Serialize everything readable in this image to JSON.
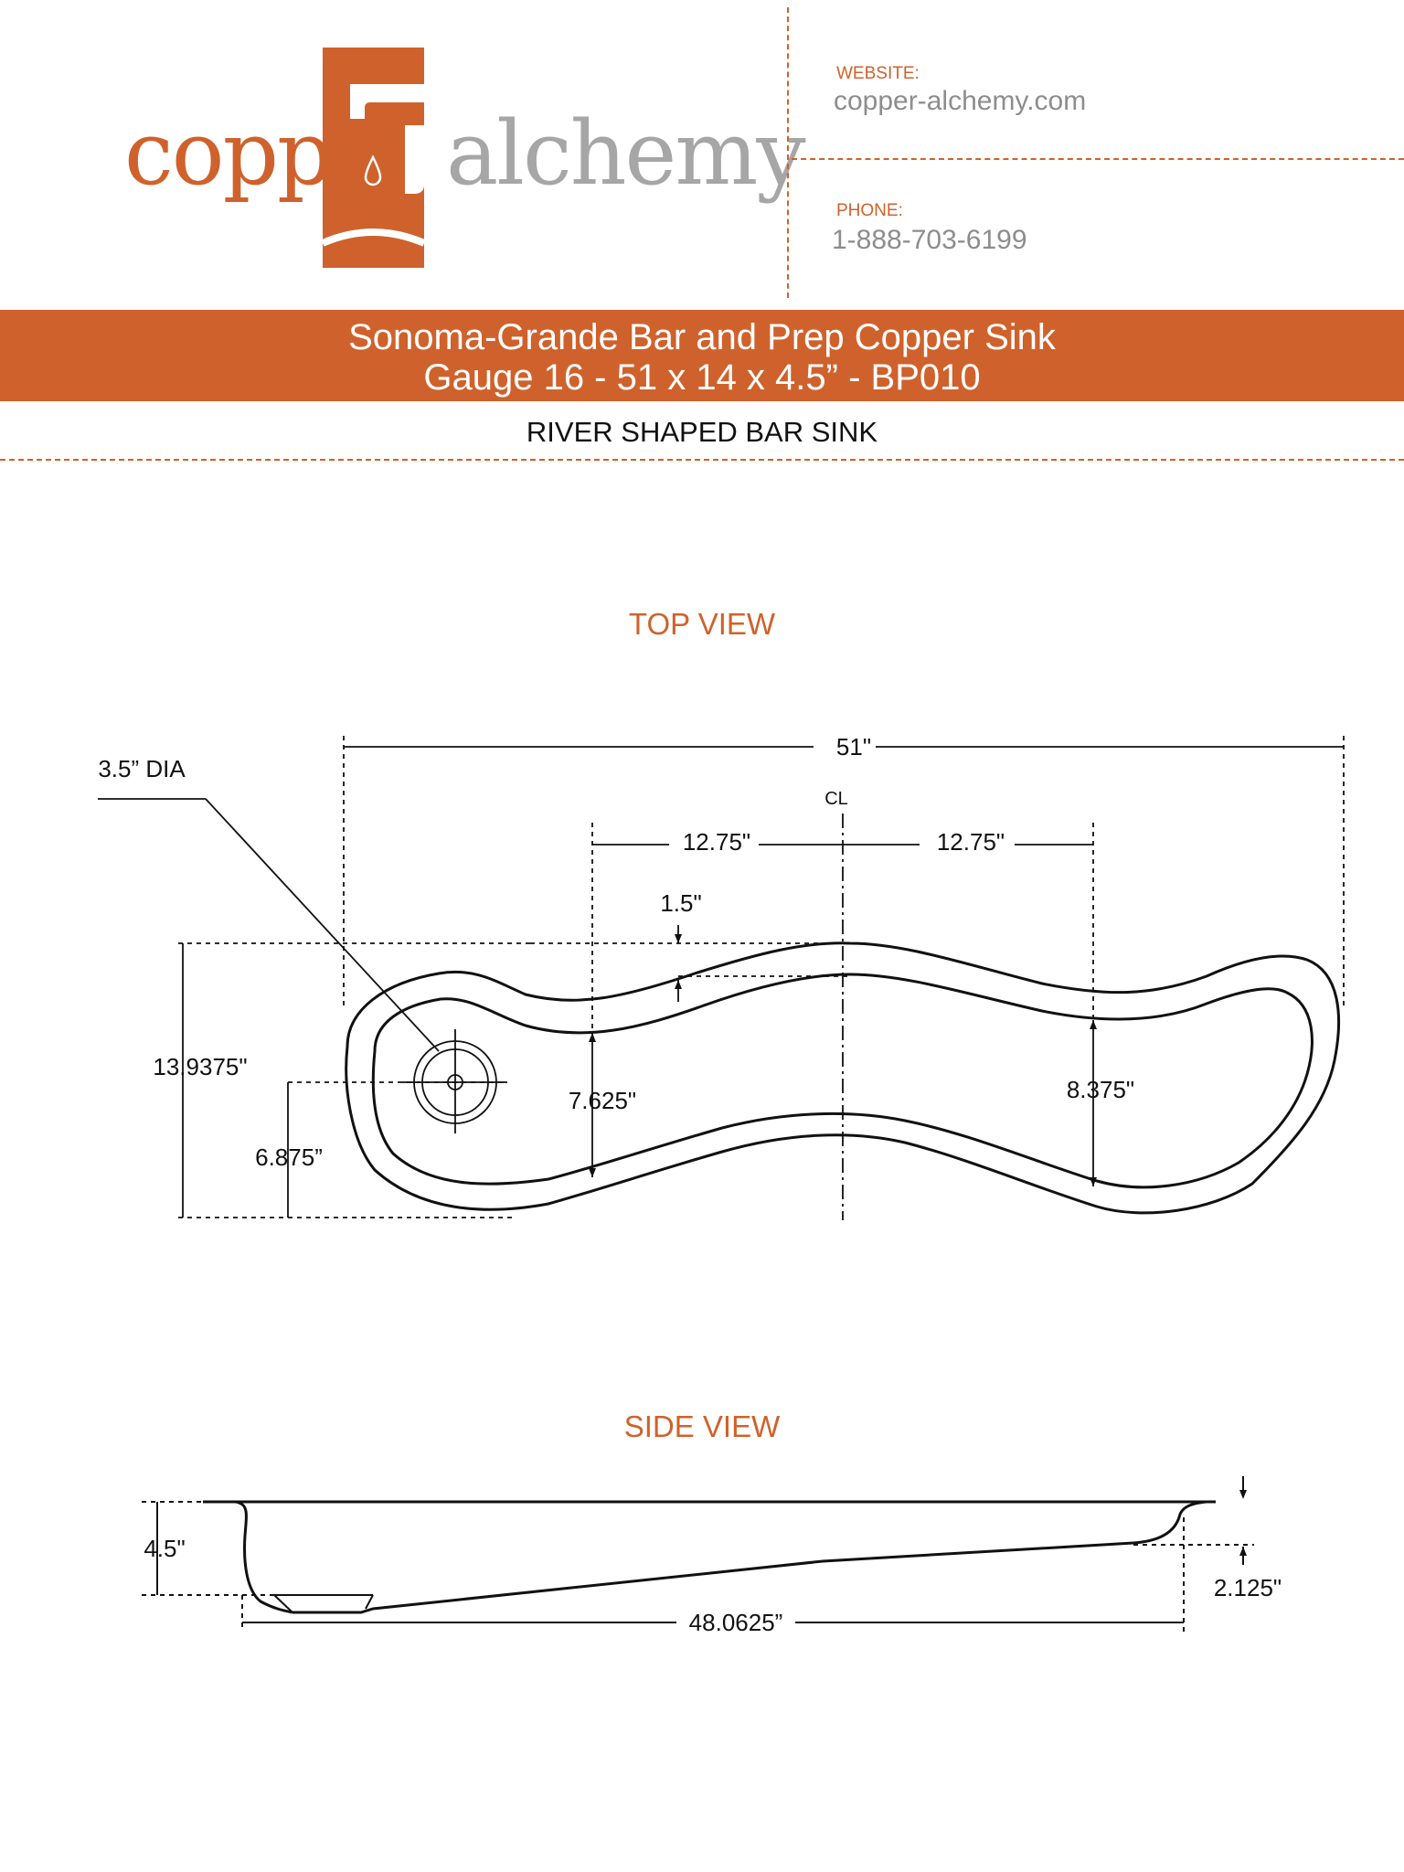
{
  "brand": {
    "logo_left_text": "copper",
    "logo_right_text": "alchemy",
    "accent_color": "#cf622c",
    "gray_color": "#a6a6a6"
  },
  "contact": {
    "website_label": "WEBSITE:",
    "website_value": "copper-alchemy.com",
    "phone_label": "PHONE:",
    "phone_value": "1-888-703-6199"
  },
  "product": {
    "title_line1": "Sonoma-Grande Bar and Prep Copper Sink",
    "title_line2": "Gauge 16 - 51 x 14 x 4.5” - BP010",
    "subtitle": "RIVER SHAPED BAR SINK"
  },
  "top_view": {
    "title": "TOP VIEW",
    "dims": {
      "overall_length": "51\"",
      "centerline": "CL",
      "left_offset": "12.75\"",
      "right_offset": "12.75\"",
      "dip": "1.5\"",
      "drain_dia": "3.5” DIA",
      "overall_width": "13.9375\"",
      "drain_center": "6.875”",
      "inner_left_width": "7.625\"",
      "inner_right_width": "8.375\""
    }
  },
  "side_view": {
    "title": "SIDE VIEW",
    "dims": {
      "depth": "4.5\"",
      "shallow_depth": "2.125\"",
      "basin_length": "48.0625”"
    }
  }
}
